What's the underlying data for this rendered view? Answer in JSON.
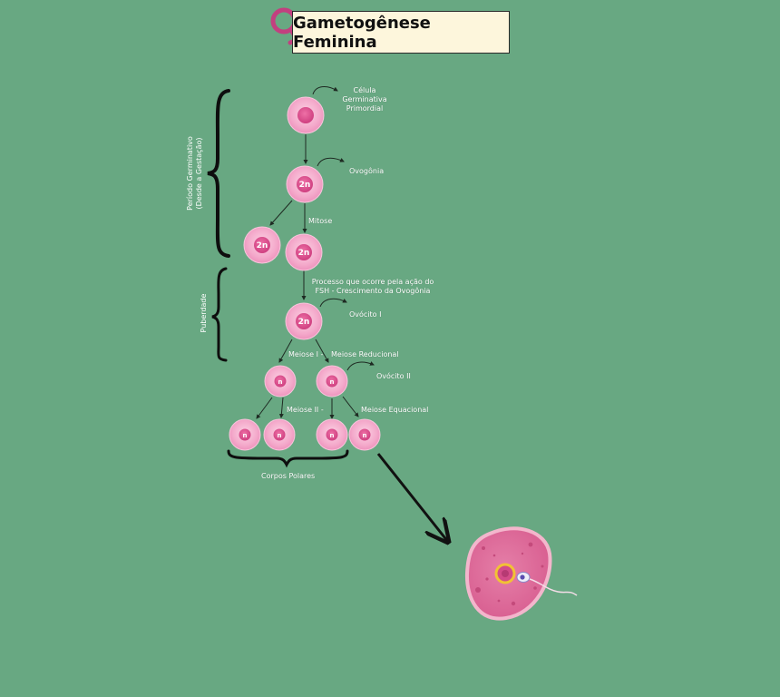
{
  "title": "Gametogênese Feminina",
  "icons": {
    "title_symbol": "female-symbol-icon"
  },
  "colors": {
    "background": "#68a882",
    "cell_outer": "#f6b4d2",
    "cell_inner": "#e0528f",
    "title_symbol": "#c2407f",
    "egg_outer": "#e3739e",
    "egg_border": "#f3b6cc"
  },
  "labels": {
    "primordial_cell": [
      "Célula",
      "Germinativa",
      "Primordial"
    ],
    "oogonia": "Ovogônia",
    "mitosis": "Mitose",
    "fsh_process": [
      "Processo que ocorre pela ação do",
      "FSH - Crescimento da Ovogônia"
    ],
    "primary_oocyte": "Ovócito I",
    "meiosis_1": "Meiose I -",
    "reductional": "Meiose Reducional",
    "secondary_oocyte": "Ovócito II",
    "meiosis_2": "Meiose II -",
    "equational": "Meiose Equacional",
    "polar_bodies": "Corpos Polares",
    "germinative_period": [
      "Período Germinativo",
      "(Desde a Gestação)"
    ],
    "puberty": "Puberdade"
  },
  "ploidy": {
    "diploid": "2n",
    "haploid": "n"
  }
}
